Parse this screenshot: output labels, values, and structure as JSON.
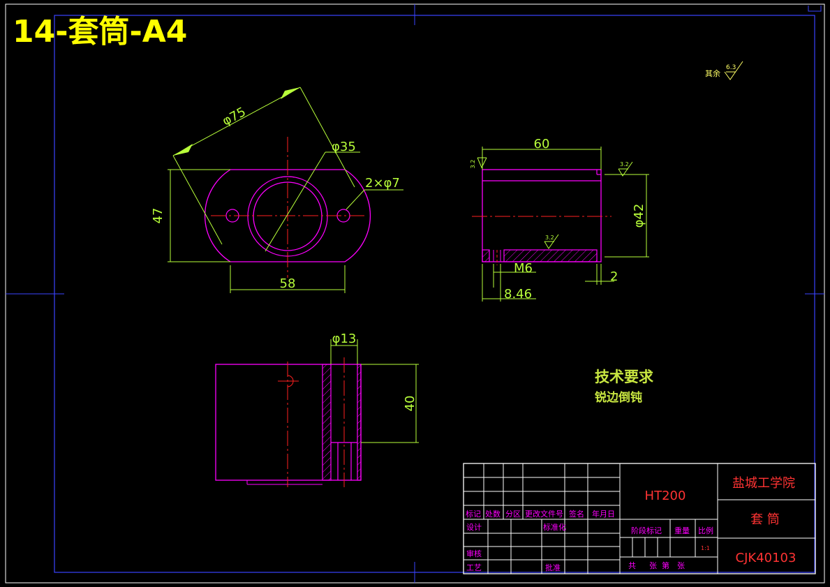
{
  "title": "14-套筒-A4",
  "roughness_note": {
    "label": "其余",
    "value": "6.3"
  },
  "front_view": {
    "dia_outer": "φ75",
    "dia_bore": "φ35",
    "holes": "2×φ7",
    "height": "47",
    "width": "58"
  },
  "side_view": {
    "length": "60",
    "dia": "φ42",
    "thread": "M6",
    "offset": "8.46",
    "chamfer": "2",
    "rough_left": "3.2",
    "rough_right": "3.2",
    "rough_bottom": "3.2"
  },
  "top_view": {
    "hole_dia": "φ13",
    "height": "40"
  },
  "tech_req": {
    "heading": "技术要求",
    "item": "锐边倒钝"
  },
  "title_block": {
    "material": "HT200",
    "school": "盐城工学院",
    "part_name": "套 筒",
    "drawing_no": "CJK40103",
    "scale_value": "1:1",
    "labels": {
      "biaoji": "标记",
      "chushu": "处数",
      "fenqu": "分区",
      "gengai": "更改文件号",
      "qianming": "签名",
      "nianyueri": "年月日",
      "sheji": "设计",
      "biaozhunhua": "标准化",
      "shenhe": "审核",
      "gongyi": "工艺",
      "pizhun": "批准",
      "jieduan": "阶段标记",
      "zhongliang": "重量",
      "bili": "比例",
      "gong": "共",
      "zhang1": "张",
      "di": "第",
      "zhang2": "张"
    }
  }
}
